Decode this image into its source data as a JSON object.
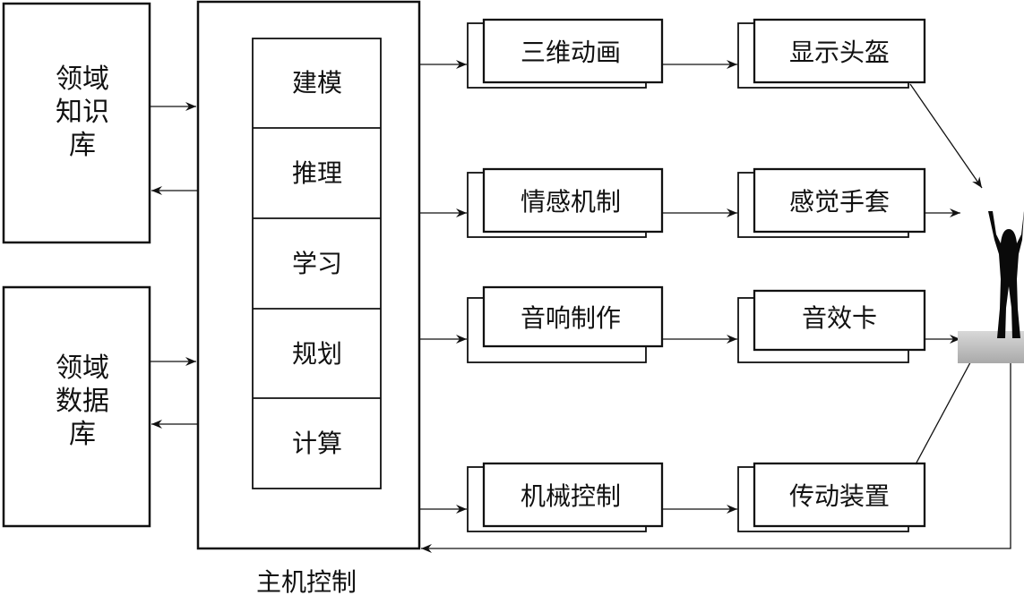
{
  "left_boxes": {
    "knowledge_base": [
      "领域",
      "知识",
      "库"
    ],
    "database": [
      "领域",
      "数据",
      "库"
    ]
  },
  "main_control": {
    "caption": "主机控制",
    "modules": [
      "建模",
      "推理",
      "学习",
      "规划",
      "计算"
    ]
  },
  "middle_boxes": [
    "三维动画",
    "情感机制",
    "音响制作",
    "机械控制"
  ],
  "device_boxes": [
    "显示头盔",
    "感觉手套",
    "音效卡",
    "传动装置"
  ]
}
